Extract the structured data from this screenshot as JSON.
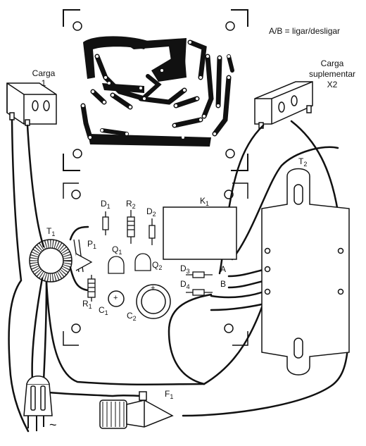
{
  "legend": {
    "note": "A/B = ligar/desligar"
  },
  "loads": {
    "load1": {
      "name": "Carga",
      "number": "1"
    },
    "load2": {
      "line1": "Carga",
      "line2": "suplementar",
      "line3": "X2"
    }
  },
  "components": {
    "t1": {
      "letter": "T",
      "sub": "1"
    },
    "t2": {
      "letter": "T",
      "sub": "2"
    },
    "k1": {
      "letter": "K",
      "sub": "1"
    },
    "d1": {
      "letter": "D",
      "sub": "1"
    },
    "d2": {
      "letter": "D",
      "sub": "2"
    },
    "d3": {
      "letter": "D",
      "sub": "3"
    },
    "d4": {
      "letter": "D",
      "sub": "4"
    },
    "r1": {
      "letter": "R",
      "sub": "1"
    },
    "r2": {
      "letter": "R",
      "sub": "2"
    },
    "p1": {
      "letter": "P",
      "sub": "1"
    },
    "q1": {
      "letter": "Q",
      "sub": "1"
    },
    "q2": {
      "letter": "Q",
      "sub": "2"
    },
    "c1": {
      "letter": "C",
      "sub": "1"
    },
    "c2": {
      "letter": "C",
      "sub": "2"
    },
    "f1": {
      "letter": "F",
      "sub": "1"
    }
  },
  "terminals": {
    "a": "A",
    "b": "B"
  },
  "symbols": {
    "ac": "~",
    "plus": "+"
  },
  "icons": [
    "power-plug-icon",
    "fuse-holder-icon",
    "toroid-transformer-icon",
    "relay-icon",
    "capacitor-icon"
  ]
}
